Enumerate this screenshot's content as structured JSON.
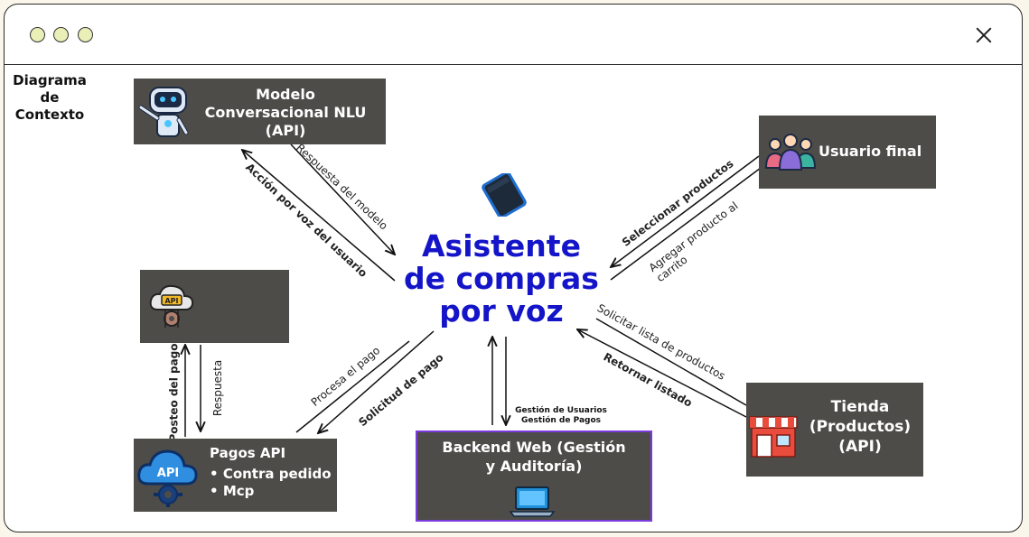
{
  "window": {
    "close_icon": "close-icon"
  },
  "diagram_title": "Diagrama\nde\nContexto",
  "center": {
    "title": "Asistente\nde compras\npor voz",
    "icon": "smartphone-icon"
  },
  "nodes": {
    "nlu": {
      "label": "Modelo\nConversacional NLU\n(API)",
      "icon": "robot-icon"
    },
    "user": {
      "label": "Usuario final",
      "icon": "users-group-icon"
    },
    "api_gateway": {
      "icon": "api-cloud-gear-icon"
    },
    "payments": {
      "title": "Pagos API",
      "items": [
        "Contra pedido",
        "Mcp"
      ],
      "icon": "api-cloud-icon"
    },
    "backend": {
      "label": "Backend Web (Gestión\ny Auditoría)",
      "icon": "laptop-icon"
    },
    "store": {
      "label": "Tienda\n(Productos)\n(API)",
      "icon": "store-icon"
    }
  },
  "edges": {
    "model_response": "Respuesta del modelo",
    "voice_action": "Acción por voz del usuario",
    "select_products": "Seleccionar productos",
    "add_to_cart": "Agregar producto al\ncarrito",
    "request_list": "Solicitar lista de productos",
    "return_list": "Retornar listado",
    "process_payment": "Procesa el pago",
    "payment_request": "Solicitud de pago",
    "payment_post": "Posteo del pago",
    "response": "Respuesta",
    "backend_note": "Gestión de Usuarios\nGestión de Pagos"
  },
  "colors": {
    "box": "#4e4c48",
    "title_blue": "#1414c8",
    "backend_border": "#7a3cdc"
  }
}
